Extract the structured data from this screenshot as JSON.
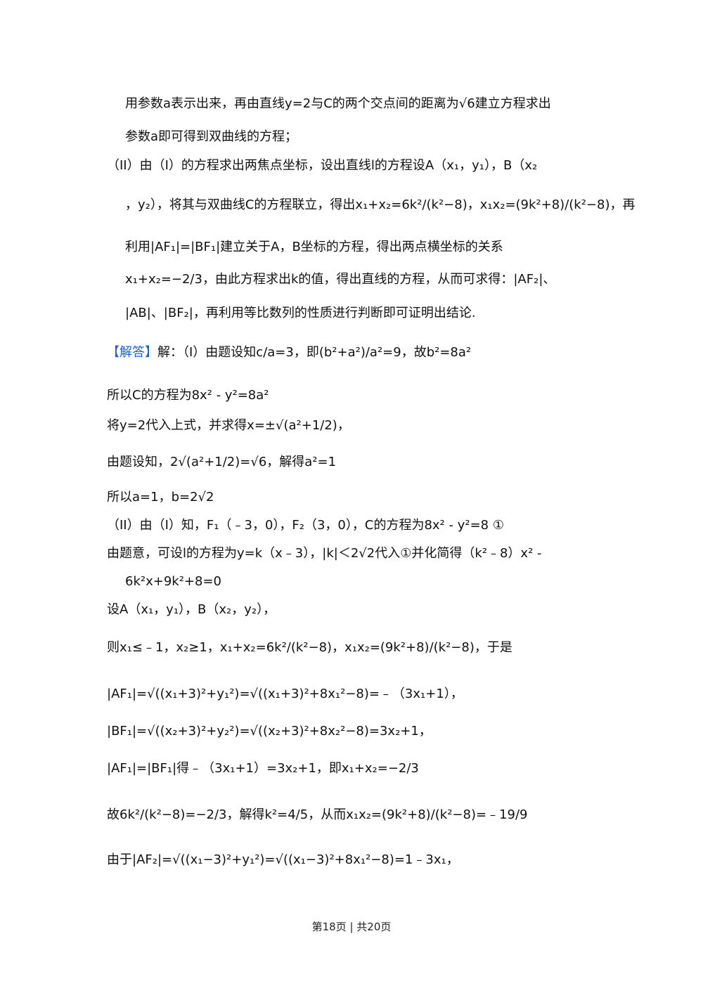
{
  "analysis": {
    "l1": "用参数a表示出来，再由直线y=2与C的两个交点间的距离为√6建立方程求出",
    "l2": "参数a即可得到双曲线的方程；",
    "l3": "（II）由（I）的方程求出两焦点坐标，设出直线l的方程设A（x₁，y₁），B（x₂",
    "l4": "，y₂），将其与双曲线C的方程联立，得出x₁+x₂=6k²/(k²−8)，x₁x₂=(9k²+8)/(k²−8)，再",
    "l5": "利用|AF₁|=|BF₁|建立关于A，B坐标的方程，得出两点横坐标的关系",
    "l6": "x₁+x₂=−2/3，由此方程求出k的值，得出直线的方程，从而可求得：|AF₂|、",
    "l7": "|AB|、|BF₂|，再利用等比数列的性质进行判断即可证明出结论."
  },
  "solution": {
    "tag": "【解答】",
    "s1": "解：（I）由题设知c/a=3，即(b²+a²)/a²=9，故b²=8a²",
    "s2": "所以C的方程为8x² - y²=8a²",
    "s3": "将y=2代入上式，并求得x=±√(a²+1/2)，",
    "s4": "由题设知，2√(a²+1/2)=√6，解得a²=1",
    "s5": "所以a=1，b=2√2",
    "s6": "（II）由（I）知，F₁（﹣3，0），F₂（3，0），C的方程为8x² - y²=8 ①",
    "s7": "由题意，可设l的方程为y=k（x﹣3），|k|＜2√2代入①并化简得（k²﹣8）x² -",
    "s8": "6k²x+9k²+8=0",
    "s9": "设A（x₁，y₁），B（x₂，y₂），",
    "s10": "则x₁≤﹣1，x₂≥1，x₁+x₂=6k²/(k²−8)，x₁x₂=(9k²+8)/(k²−8)，于是",
    "s11": "|AF₁|=√((x₁+3)²+y₁²)=√((x₁+3)²+8x₁²−8)=﹣（3x₁+1），",
    "s12": "|BF₁|=√((x₂+3)²+y₂²)=√((x₂+3)²+8x₂²−8)=3x₂+1，",
    "s13": "|AF₁|=|BF₁|得﹣（3x₁+1）=3x₂+1，即x₁+x₂=−2/3",
    "s14": "故6k²/(k²−8)=−2/3，解得k²=4/5，从而x₁x₂=(9k²+8)/(k²−8)=﹣19/9",
    "s15": "由于|AF₂|=√((x₁−3)²+y₁²)=√((x₁−3)²+8x₁²−8)=1﹣3x₁，"
  },
  "footer": "第18页 | 共20页"
}
